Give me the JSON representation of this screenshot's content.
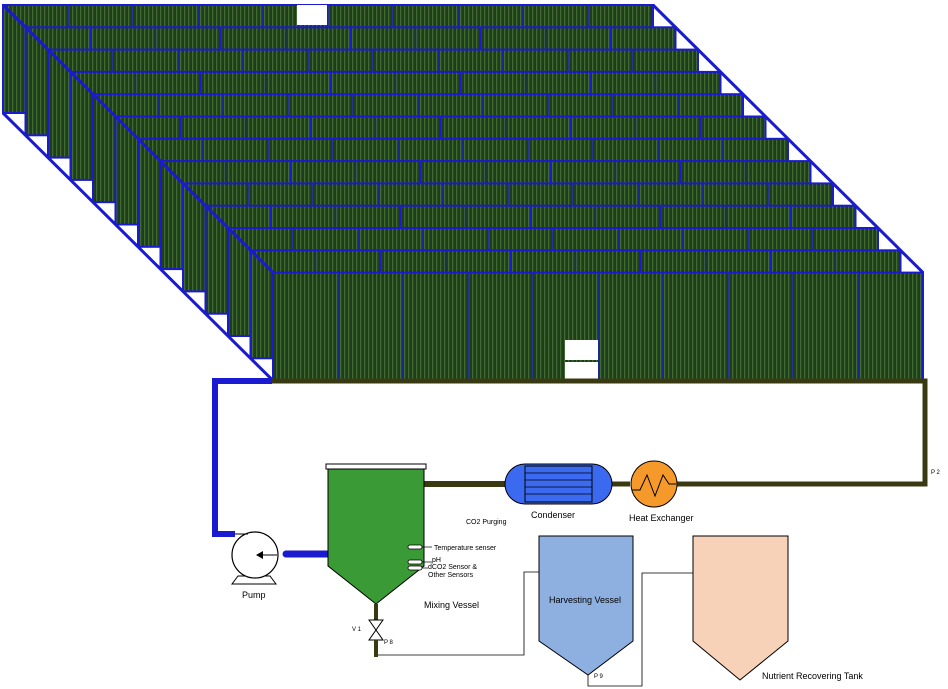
{
  "labels": {
    "pump": "Pump",
    "mixing_vessel": "Mixing Vessel",
    "condenser": "Condenser",
    "heat_exchanger": "Heat Exchanger",
    "co2_purging": "CO2 Purging",
    "temp_sensor": "Temperature senser",
    "ph": "pH",
    "dco2_sensor": "dCO2 Sensor &",
    "other_sensors": "Other Sensors",
    "harvesting_vessel": "Harvesting Vessel",
    "nutrient_tank": "Nutrient Recovering Tank",
    "v1": "V 1",
    "p8": "P 8",
    "p9": "P 9",
    "p2": "P 2"
  },
  "colors": {
    "frame": "#1a1ad0",
    "tubes": "#1f3d1a",
    "tube_line": "#3f6a32",
    "pipe_dark": "#3a3a12",
    "pipe_blue": "#1a1ad0",
    "mixing_vessel": "#3a9a36",
    "condenser": "#3b6af0",
    "heat_exchanger": "#f59a2a",
    "harvesting_vessel": "#8db0e0",
    "nutrient_tank": "#f8d2b8"
  }
}
